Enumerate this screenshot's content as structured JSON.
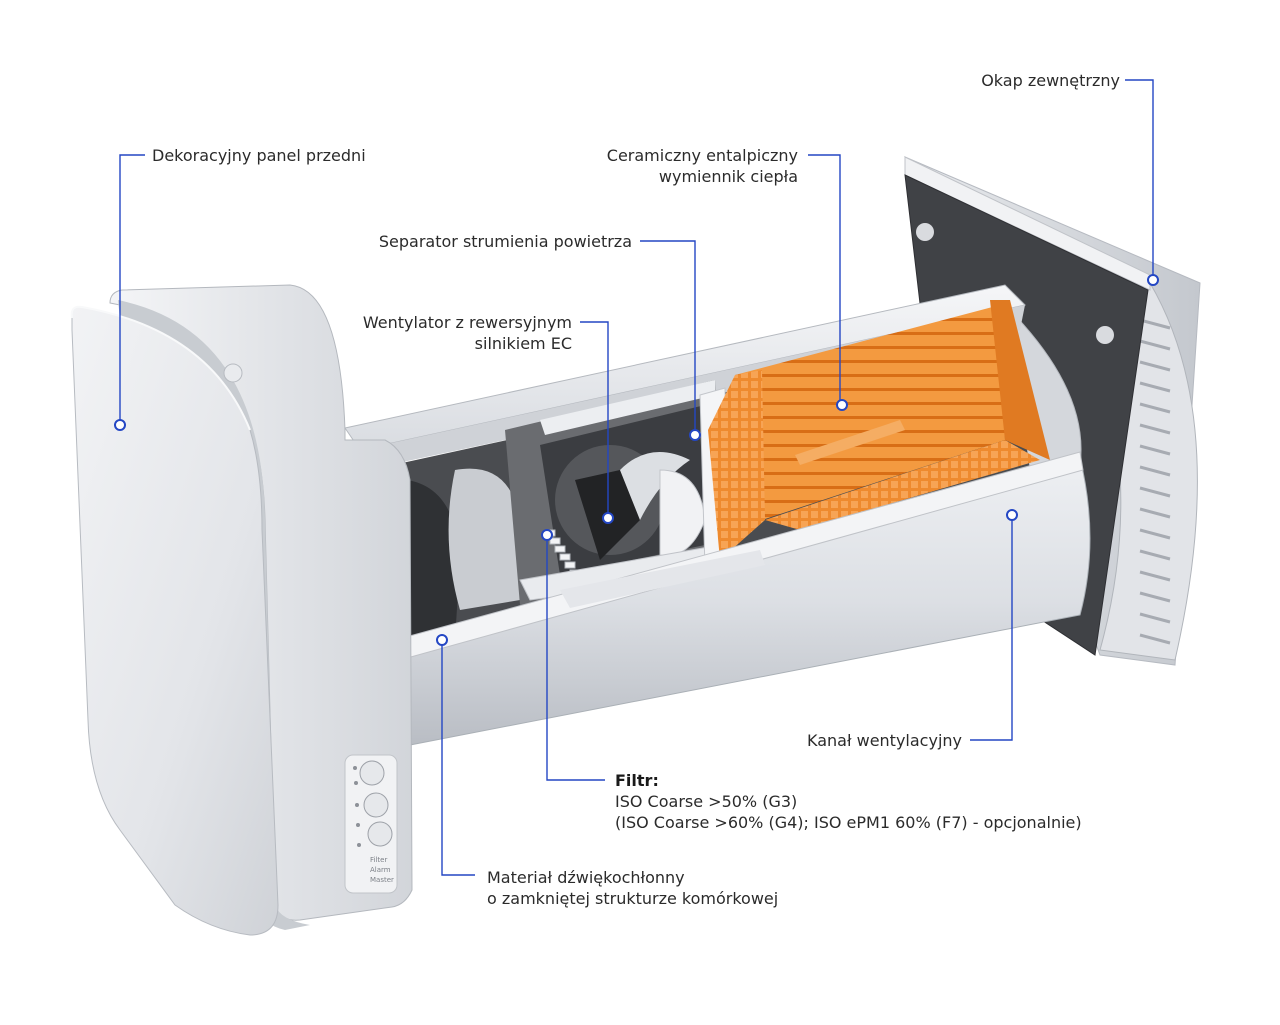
{
  "labels": {
    "okap": {
      "lines": [
        "Okap zewnętrzny"
      ]
    },
    "panel": {
      "lines": [
        "Dekoracyjny panel przedni"
      ]
    },
    "wymiennik": {
      "lines": [
        "Ceramiczny entalpiczny",
        "wymiennik ciepła"
      ]
    },
    "separator": {
      "lines": [
        "Separator strumienia powietrza"
      ]
    },
    "wentylator": {
      "lines": [
        "Wentylator z rewersyjnym",
        "silnikiem EC"
      ]
    },
    "kanal": {
      "lines": [
        "Kanał wentylacyjny"
      ]
    },
    "filtr": {
      "heading": "Filtr:",
      "lines": [
        "ISO Coarse >50% (G3)",
        "(ISO Coarse >60% (G4); ISO ePM1 60% (F7) - opcjonalnie)"
      ]
    },
    "material": {
      "lines": [
        "Materiał dźwiękochłonny",
        "o zamkniętej strukturze komórkowej"
      ]
    }
  },
  "panel_indicators": [
    "Filter",
    "Alarm",
    "Master"
  ],
  "colors": {
    "leader": "#2447c4",
    "casing": "#e8eaed",
    "foam": "#3f4145",
    "exchanger": "#f08a2b"
  }
}
